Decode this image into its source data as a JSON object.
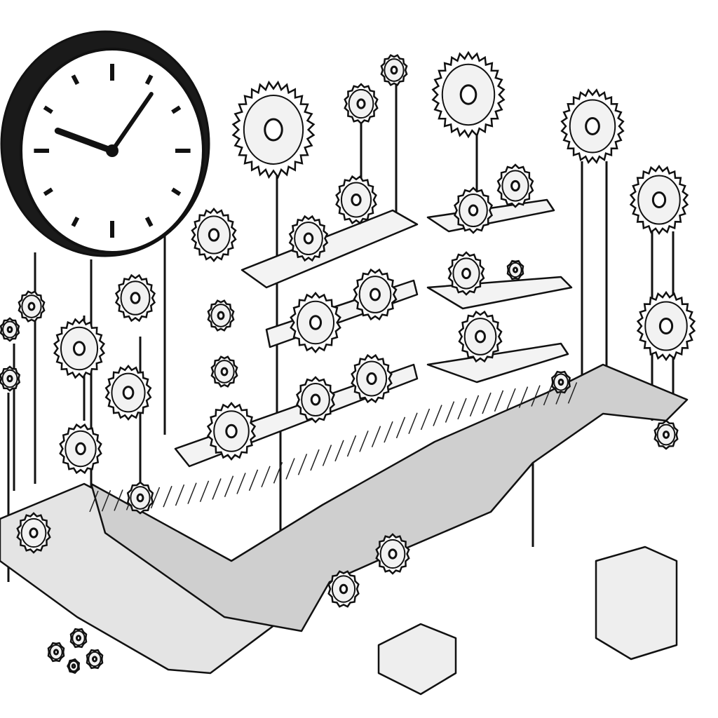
{
  "illustration": {
    "subject": "clock-and-gear-factory-line-drawing",
    "colors": {
      "ink": "#111111",
      "paper": "#ffffff",
      "shade": "#d8d8d8",
      "belt": "#bdbdbd"
    },
    "clock": {
      "hour": 9.8,
      "minute": 6
    }
  }
}
